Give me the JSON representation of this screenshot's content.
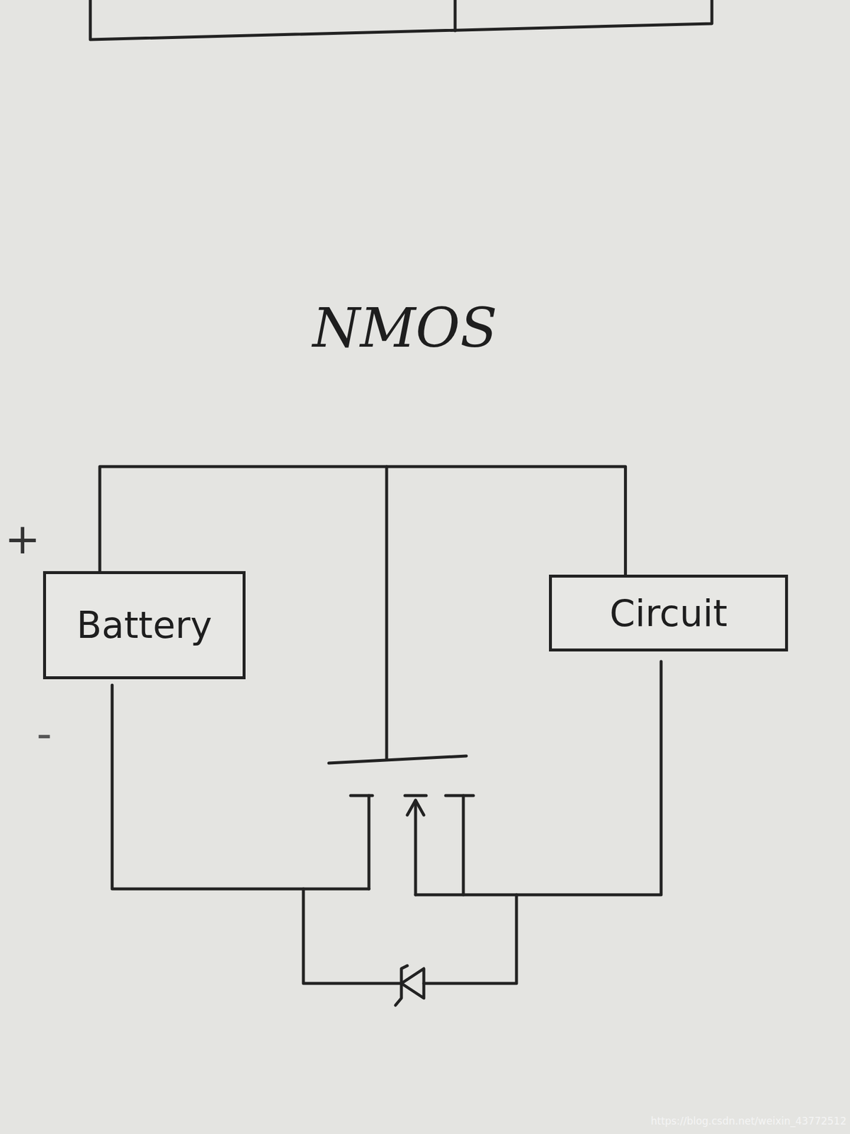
{
  "diagram": {
    "title": "NMOS",
    "nodes": [
      {
        "text": [
          "Battery"
        ]
      },
      {
        "text": [
          "Circuit"
        ]
      }
    ],
    "edges": [
      {
        "from": 0,
        "to": 1,
        "arrow": "none"
      }
    ],
    "labels": [
      "+",
      "-",
      "https://blog.csdn.net/weixin_43772512"
    ]
  }
}
